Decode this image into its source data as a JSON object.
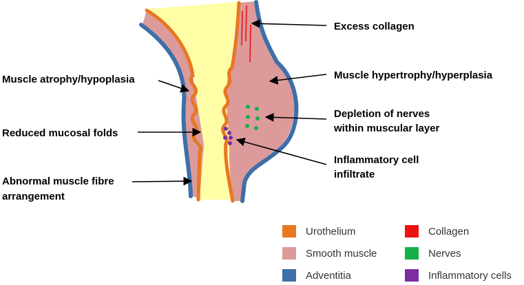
{
  "annotations": {
    "excess_collagen": "Excess collagen",
    "muscle_hypertrophy": "Muscle hypertrophy/hyperplasia",
    "depletion_nerves_1": "Depletion of nerves",
    "depletion_nerves_2": "within muscular layer",
    "inflammatory_1": "Inflammatory cell",
    "inflammatory_2": "infiltrate",
    "muscle_atrophy": "Muscle atrophy/hypoplasia",
    "reduced_folds": "Reduced mucosal folds",
    "abnormal_fibre_1": "Abnormal muscle fibre",
    "abnormal_fibre_2": "arrangement"
  },
  "legend": {
    "urothelium": {
      "label": "Urothelium",
      "color": "#E87722"
    },
    "smooth_muscle": {
      "label": "Smooth muscle",
      "color": "#DC9A9A"
    },
    "adventitia": {
      "label": "Adventitia",
      "color": "#3D6FA8"
    },
    "collagen": {
      "label": "Collagen",
      "color": "#EE1111"
    },
    "nerves": {
      "label": "Nerves",
      "color": "#16B04A"
    },
    "inflammatory_cells": {
      "label": "Inflammatory cells",
      "color": "#7A2FA0"
    }
  },
  "colors": {
    "lumen": "#FFFDA6",
    "arrow": "#000000"
  }
}
